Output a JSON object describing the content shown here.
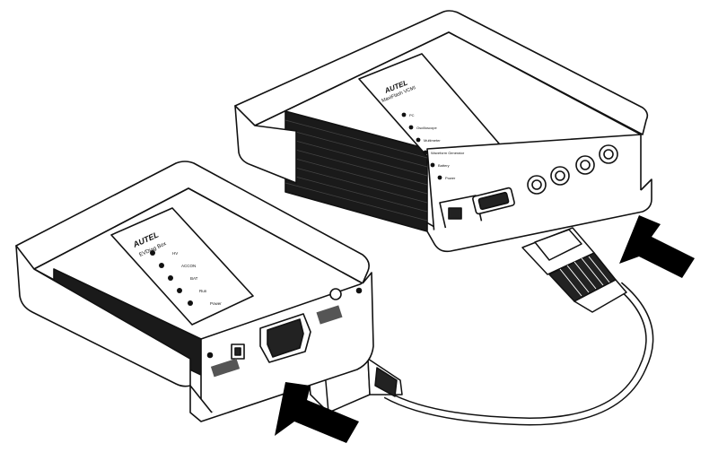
{
  "devices": {
    "box": {
      "brand": "AUTEL",
      "model": "EVDiag Box",
      "indicators": [
        "HV",
        "ACCON",
        "BAT",
        "Run",
        "Power"
      ]
    },
    "vci": {
      "brand": "AUTEL",
      "model": "MaxiFlash VCMI",
      "indicators": [
        "PC",
        "Oscilloscope",
        "Multimeter",
        "Waveform Generator",
        "Battery",
        "Power"
      ]
    }
  },
  "colors": {
    "line": "#111111",
    "fill": "#ffffff",
    "body_dark": "#1a1a1a",
    "arrow": "#000000"
  },
  "icons": [
    "connection-arrow-icon",
    "connection-arrow-icon"
  ]
}
